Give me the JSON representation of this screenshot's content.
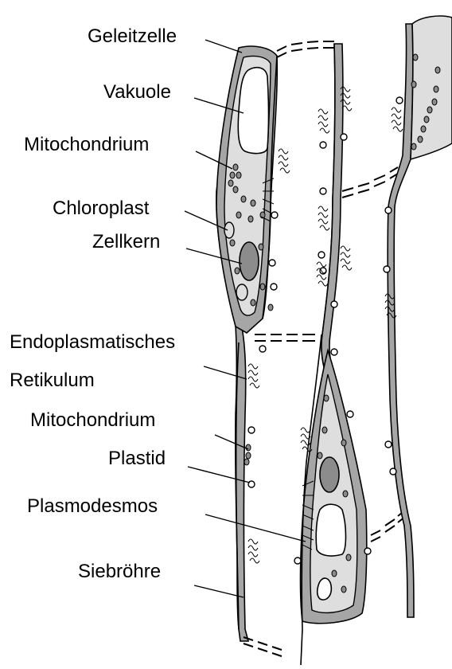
{
  "labels": {
    "geleitzelle": "Geleitzelle",
    "vakuole": "Vakuole",
    "mitochondrium_1": "Mitochondrium",
    "chloroplast": "Chloroplast",
    "zellkern": "Zellkern",
    "endoplasmatisches": "Endoplasmatisches",
    "retikulum": "Retikulum",
    "mitochondrium_2": "Mitochondrium",
    "plastid": "Plastid",
    "plasmodesmos": "Plasmodesmos",
    "siebroehre": "Siebröhre"
  },
  "colors": {
    "cell_wall": "#a6a6a6",
    "cytoplasm": "#dedede",
    "nucleus": "#8c8c8c",
    "outline": "#000000",
    "vacuole": "#ffffff"
  }
}
